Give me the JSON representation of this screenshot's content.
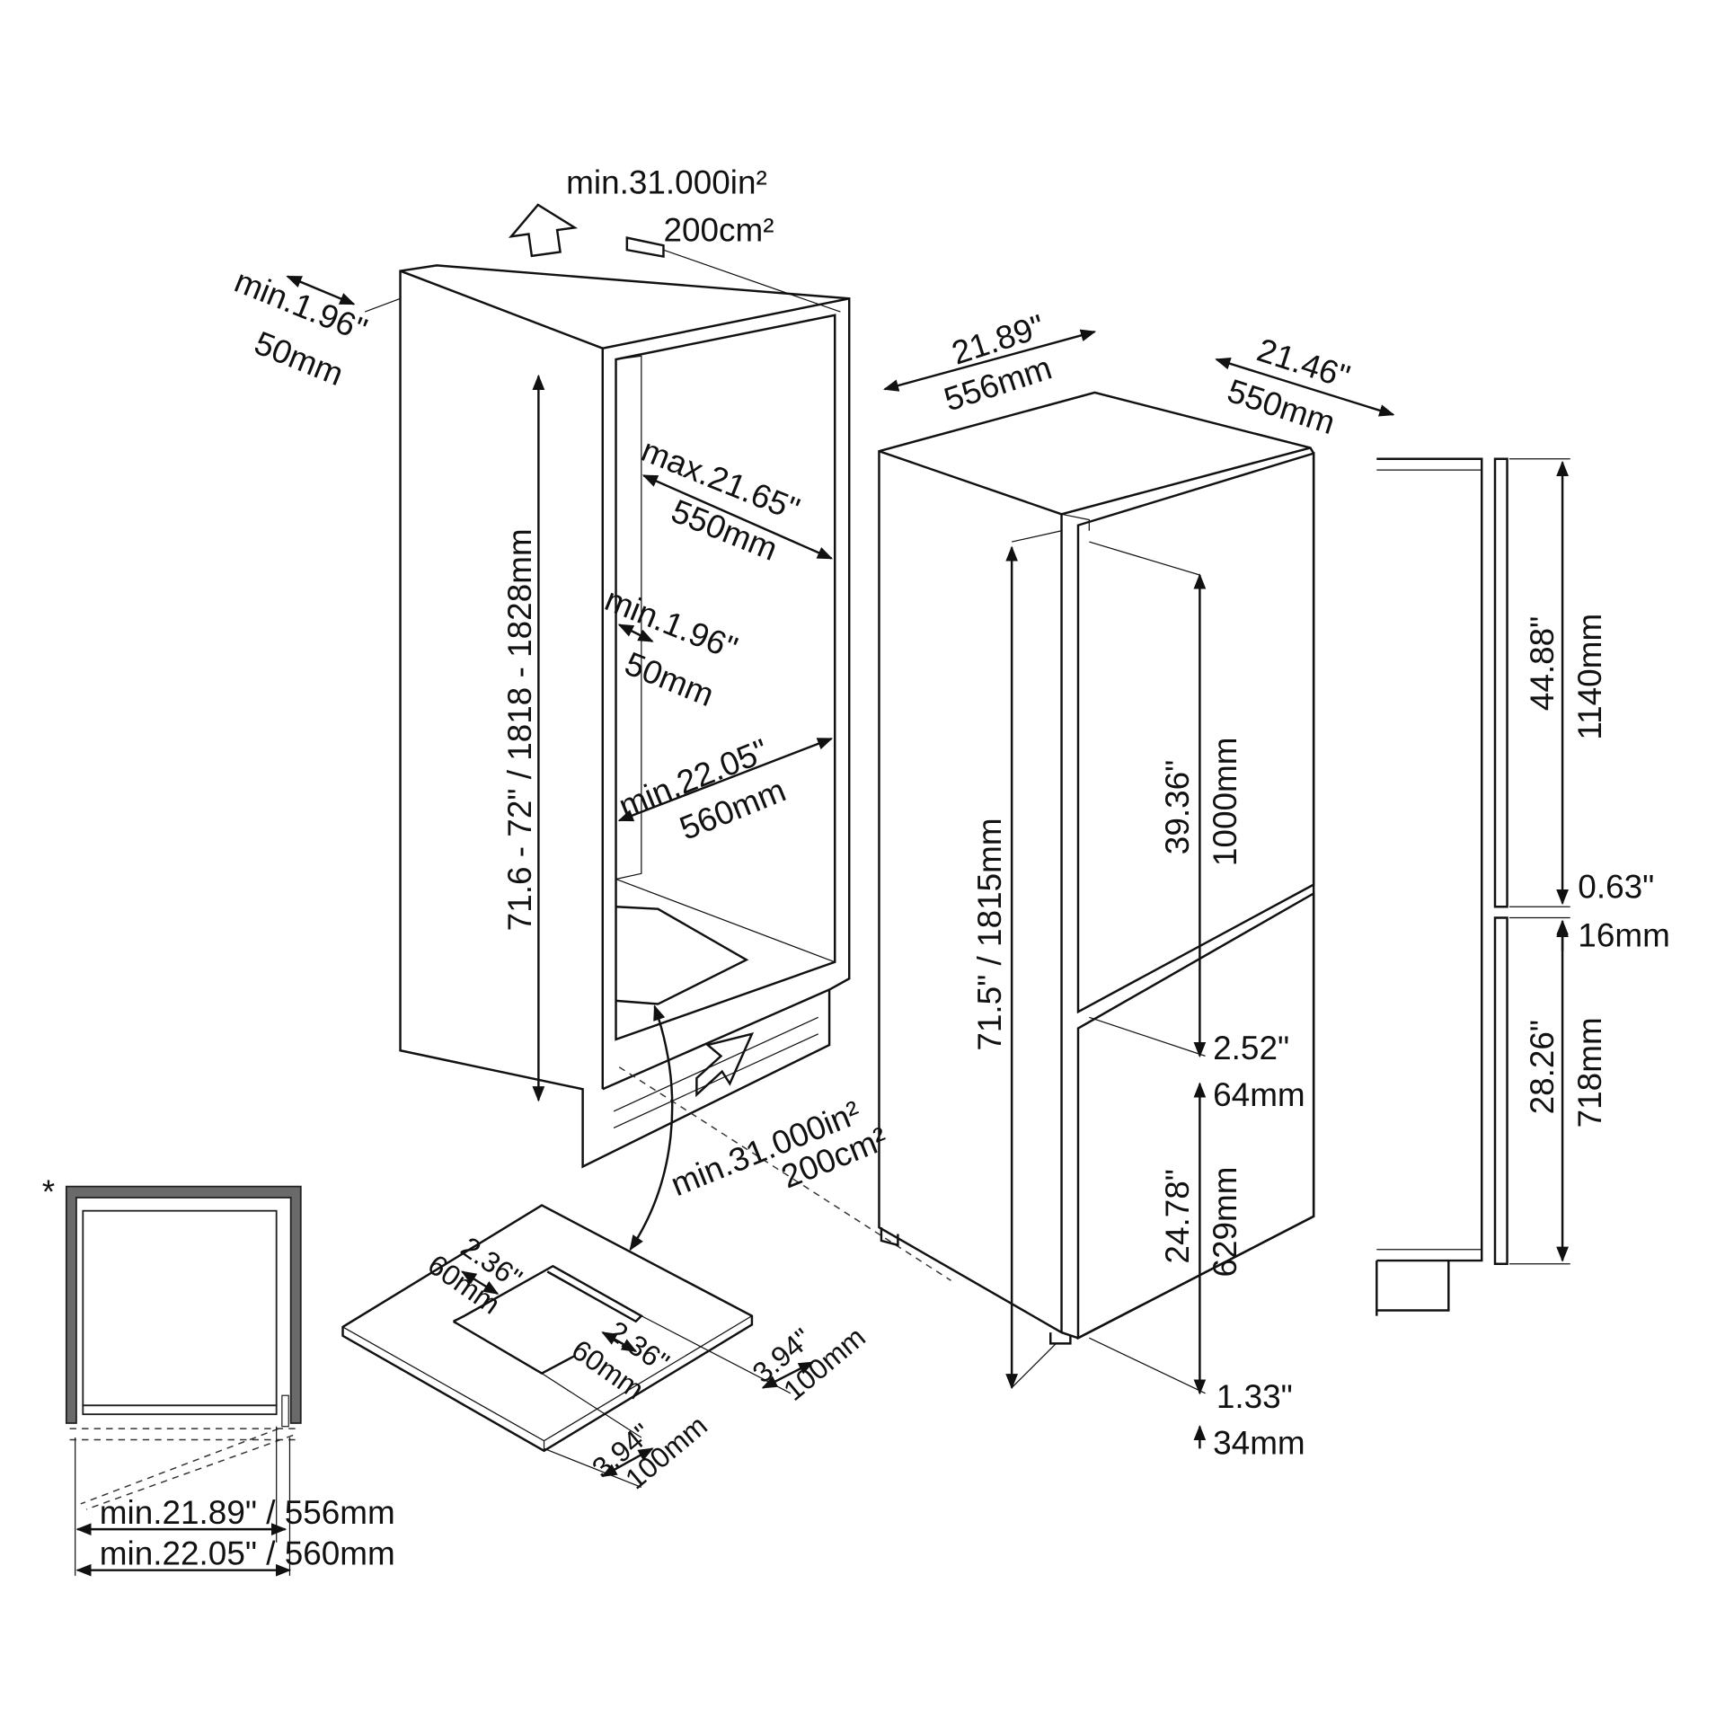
{
  "cabinet": {
    "top_vent_area_in": "min.31.000in²",
    "top_vent_area_cm": "200cm²",
    "rear_gap_in": "min.1.96\"",
    "rear_gap_mm": "50mm",
    "niche_height": "71.6 - 72\" / 1818 - 1828mm",
    "niche_depth_in": "max.21.65\"",
    "niche_depth_mm": "550mm",
    "inner_gap_in": "min.1.96\"",
    "inner_gap_mm": "50mm",
    "niche_width_in": "min.22.05\"",
    "niche_width_mm": "560mm",
    "bottom_vent_area_in": "min.31.000in²",
    "bottom_vent_area_cm": "200cm²"
  },
  "appliance": {
    "width_in": "21.89\"",
    "width_mm": "556mm",
    "depth_in": "21.46\"",
    "depth_mm": "550mm",
    "height": "71.5\" / 1815mm",
    "upper_door_in": "39.36\"",
    "upper_door_mm": "1000mm",
    "door_gap_in": "2.52\"",
    "door_gap_mm": "64mm",
    "lower_door_in": "24.78\"",
    "lower_door_mm": "629mm",
    "bottom_offset_in": "1.33\"",
    "bottom_offset_mm": "34mm"
  },
  "panels": {
    "upper_panel_in": "44.88\"",
    "upper_panel_mm": "1140mm",
    "panel_gap_in": "0.63\"",
    "panel_gap_mm": "16mm",
    "lower_panel_in": "28.26\"",
    "lower_panel_mm": "718mm"
  },
  "plinth": {
    "cutout_a_in": "2.36\"",
    "cutout_a_mm": "60mm",
    "cutout_b_in": "2.36\"",
    "cutout_b_mm": "60mm",
    "edge_a_in": "3.94\"",
    "edge_a_mm": "100mm",
    "edge_b_in": "3.94\"",
    "edge_b_mm": "100mm"
  },
  "top_view": {
    "footnote_mark": "*",
    "min_width_1": "min.21.89\" / 556mm",
    "min_width_2": "min.22.05\" / 560mm"
  }
}
